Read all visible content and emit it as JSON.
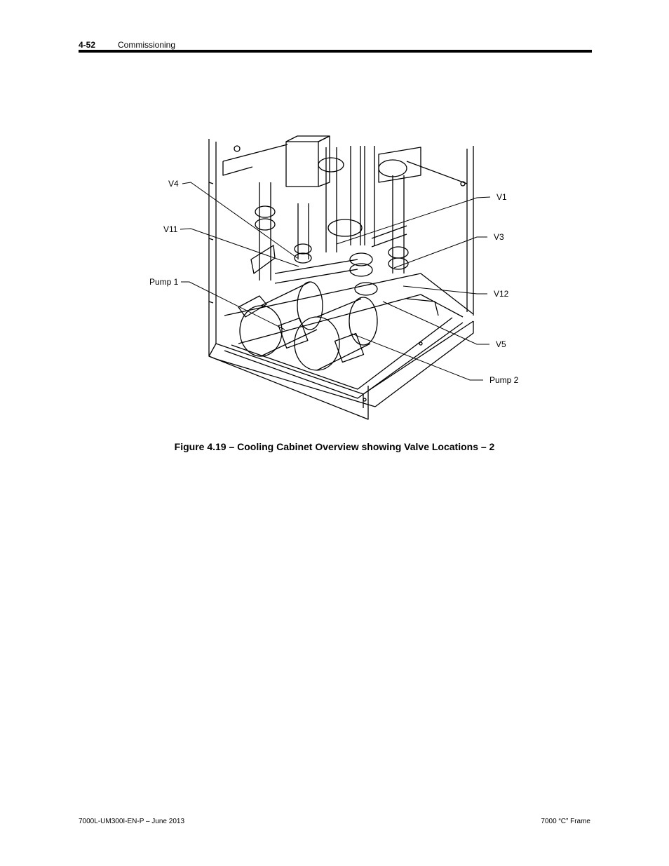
{
  "header": {
    "page_number": "4-52",
    "section": "Commissioning"
  },
  "figure": {
    "callouts": {
      "v4": "V4",
      "v11": "V11",
      "pump1": "Pump 1",
      "v1": "V1",
      "v3": "V3",
      "v12": "V12",
      "v5": "V5",
      "pump2": "Pump 2"
    },
    "caption": "Figure 4.19 – Cooling Cabinet Overview showing Valve Locations – 2"
  },
  "footer": {
    "doc_id": "7000L-UM300I-EN-P – June 2013",
    "product": "7000 “C” Frame"
  }
}
